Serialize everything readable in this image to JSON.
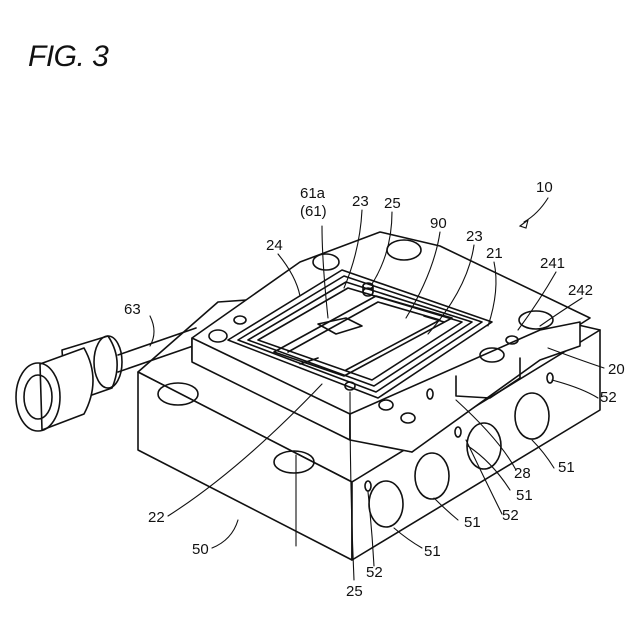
{
  "figure_title": "FIG. 3",
  "labels": {
    "l10": "10",
    "l61a": "61a",
    "l61": "(61)",
    "l23a": "23",
    "l25a": "25",
    "l90": "90",
    "l23b": "23",
    "l24": "24",
    "l21": "21",
    "l241": "241",
    "l242": "242",
    "l63": "63",
    "l20": "20",
    "l52a": "52",
    "l28": "28",
    "l51a": "51",
    "l51b": "51",
    "l52b": "52",
    "l51c": "51",
    "l22": "22",
    "l50": "50",
    "l51d": "51",
    "l52c": "52",
    "l25b": "25"
  }
}
